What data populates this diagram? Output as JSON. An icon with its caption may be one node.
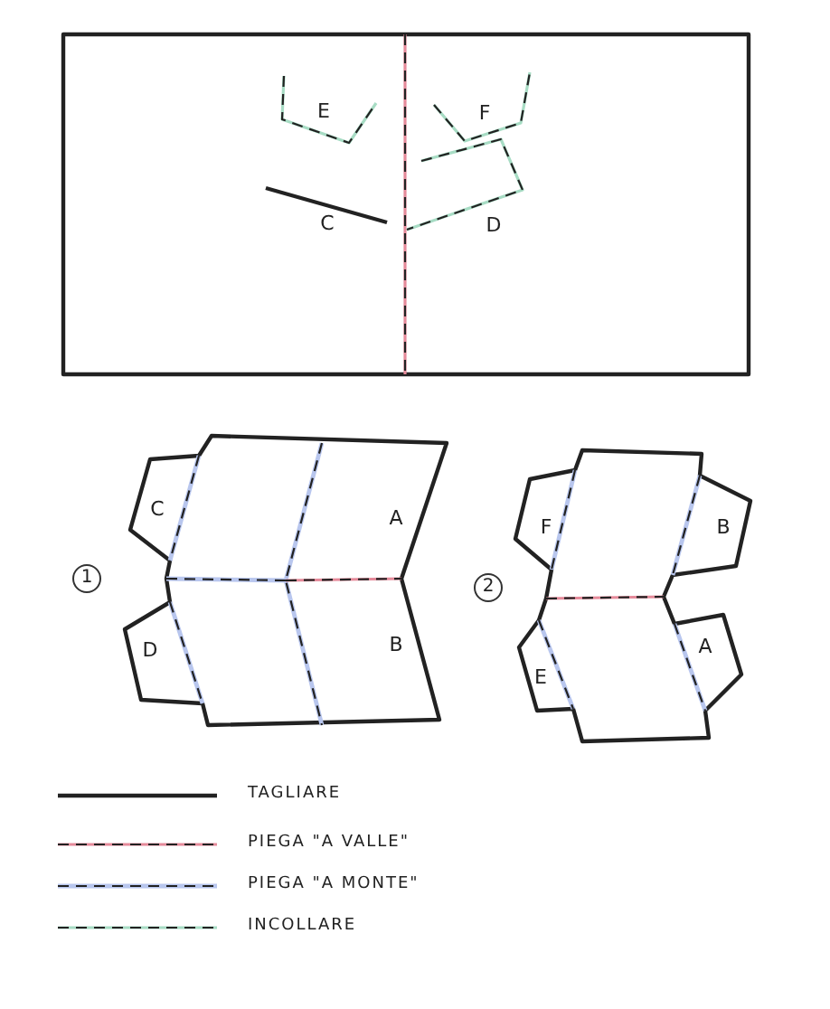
{
  "diagram": {
    "labels": [
      "E",
      "F",
      "C",
      "D",
      "1",
      "C",
      "A",
      "D",
      "B",
      "2",
      "F",
      "B",
      "E",
      "A"
    ],
    "legend": [
      {
        "text": "TAGLIARE"
      },
      {
        "text": "PIEGA \"A VALLE\""
      },
      {
        "text": "PIEGA \"A MONTE\""
      },
      {
        "text": "INCOLLARE"
      }
    ]
  }
}
